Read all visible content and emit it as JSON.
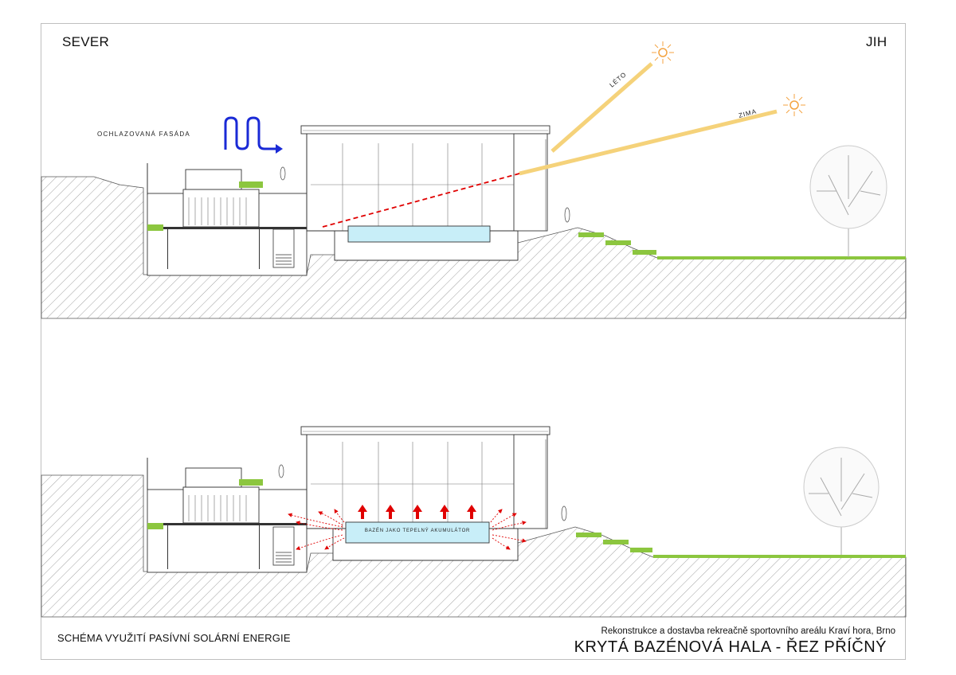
{
  "orientation": {
    "north": "SEVER",
    "south": "JIH"
  },
  "upper_section": {
    "facade_label": "OCHLAZOVANÁ FASÁDA",
    "summer_label": "LÉTO",
    "winter_label": "ZIMA"
  },
  "lower_section": {
    "pool_label": "BAZÉN JAKO TEPELNÝ AKUMULÁTOR"
  },
  "footer": {
    "scheme_title": "SCHÉMA VYUŽITÍ PASÍVNÍ SOLÁRNÍ ENERGIE",
    "project": "Rekonstrukce a dostavba rekreačně sportovního areálu Kraví hora, Brno",
    "sheet_title": "KRYTÁ BAZÉNOVÁ HALA - ŘEZ PŘÍČNÝ"
  },
  "colors": {
    "ground_hatch": "#8a8a8a",
    "green_roof": "#8cc63f",
    "sun_ray": "#f5d27a",
    "sun": "#f4a340",
    "cool_facade_arrow": "#1a2ad6",
    "heat_arrow": "#e00000",
    "pool_water": "#c8eef8"
  }
}
